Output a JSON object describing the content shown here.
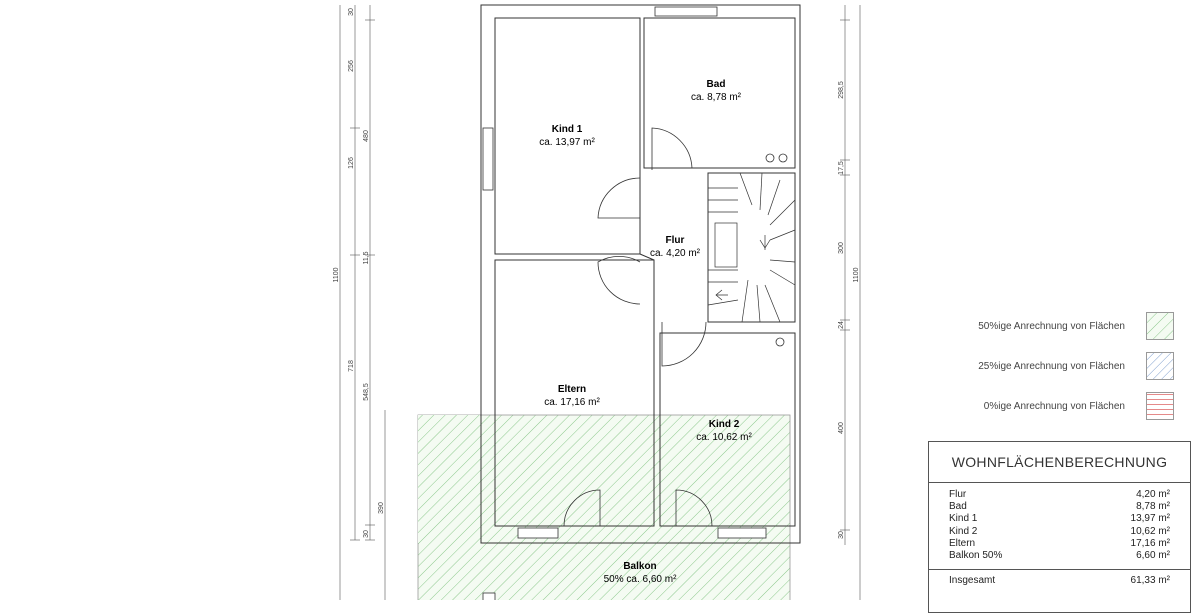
{
  "rooms": [
    {
      "id": "kind1",
      "name": "Kind 1",
      "area": "ca. 13,97 m²"
    },
    {
      "id": "bad",
      "name": "Bad",
      "area": "ca. 8,78 m²"
    },
    {
      "id": "flur",
      "name": "Flur",
      "area": "ca. 4,20 m²"
    },
    {
      "id": "eltern",
      "name": "Eltern",
      "area": "ca. 17,16 m²"
    },
    {
      "id": "kind2",
      "name": "Kind 2",
      "area": "ca. 10,62 m²"
    },
    {
      "id": "balkon",
      "name": "Balkon",
      "area": "50% ca. 6,60 m²"
    }
  ],
  "dimensions": {
    "left_outer": "1100",
    "left_mid": [
      "30",
      "256",
      "126",
      "11,5",
      "718"
    ],
    "left_inner": [
      "30",
      "480",
      "548,5",
      "390",
      "30"
    ],
    "right_inner": [
      "298,5",
      "17,5",
      "300",
      "24",
      "400",
      "30"
    ],
    "right_outer": "1100"
  },
  "legend": [
    {
      "label": "50%ige Anrechnung von Flächen",
      "pattern": "green-hatch",
      "color": "#7fbf7f"
    },
    {
      "label": "25%ige Anrechnung von Flächen",
      "pattern": "blue-hatch",
      "color": "#7f9fcf"
    },
    {
      "label": "0%ige Anrechnung von Flächen",
      "pattern": "red-lines",
      "color": "#e58a8a"
    }
  ],
  "summary": {
    "title": "WOHNFLÄCHENBERECHNUNG",
    "rows": [
      {
        "label": "Flur",
        "value": "4,20 m²"
      },
      {
        "label": "Bad",
        "value": "8,78 m²"
      },
      {
        "label": "Kind 1",
        "value": "13,97 m²"
      },
      {
        "label": "Kind 2",
        "value": "10,62 m²"
      },
      {
        "label": "Eltern",
        "value": "17,16 m²"
      },
      {
        "label": "Balkon 50%",
        "value": "6,60 m²"
      }
    ],
    "total_label": "Insgesamt",
    "total_value": "61,33 m²"
  }
}
